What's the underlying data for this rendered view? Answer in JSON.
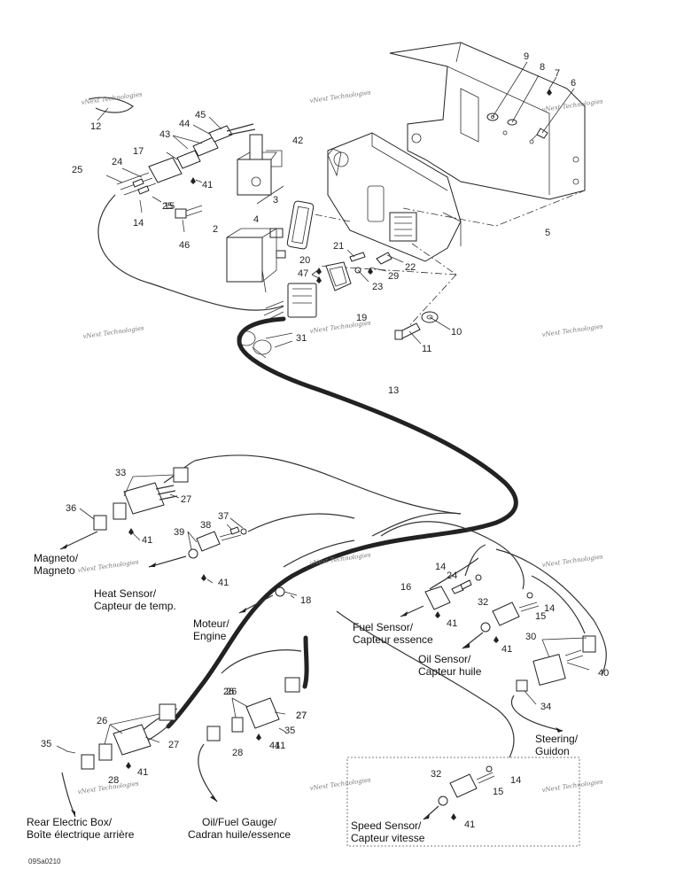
{
  "part_numbers": [
    "2",
    "3",
    "4",
    "5",
    "6",
    "7",
    "8",
    "9",
    "10",
    "11",
    "12",
    "13",
    "14",
    "14",
    "14",
    "14",
    "15",
    "15",
    "15",
    "16",
    "17",
    "18",
    "19",
    "20",
    "21",
    "22",
    "23",
    "24",
    "24",
    "25",
    "25",
    "26",
    "26",
    "26",
    "27",
    "27",
    "27",
    "27",
    "28",
    "28",
    "29",
    "30",
    "31",
    "32",
    "32",
    "33",
    "34",
    "35",
    "35",
    "36",
    "37",
    "38",
    "39",
    "40",
    "41",
    "41",
    "41",
    "41",
    "41",
    "41",
    "41",
    "41",
    "41",
    "42",
    "43",
    "44",
    "45",
    "46",
    "47"
  ],
  "labels": {
    "magneto": [
      "Magneto/",
      "Magneto"
    ],
    "heat_sensor": [
      "Heat Sensor/",
      "Capteur de temp."
    ],
    "engine": [
      "Moteur/",
      "Engine"
    ],
    "fuel_sensor": [
      "Fuel Sensor/",
      "Capteur essence"
    ],
    "oil_sensor": [
      "Oil Sensor/",
      "Capteur huile"
    ],
    "steering": [
      "Steering/",
      "Guidon"
    ],
    "rear_box": [
      "Rear Electric Box/",
      "Boîte électrique arrière"
    ],
    "gauge": [
      "Oil/Fuel Gauge/",
      "Cadran huile/essence"
    ],
    "speed_sensor": [
      "Speed Sensor/",
      "Capteur vitesse"
    ]
  },
  "watermark": "vNext Technologies",
  "drawing_ref": "09Sa0210"
}
